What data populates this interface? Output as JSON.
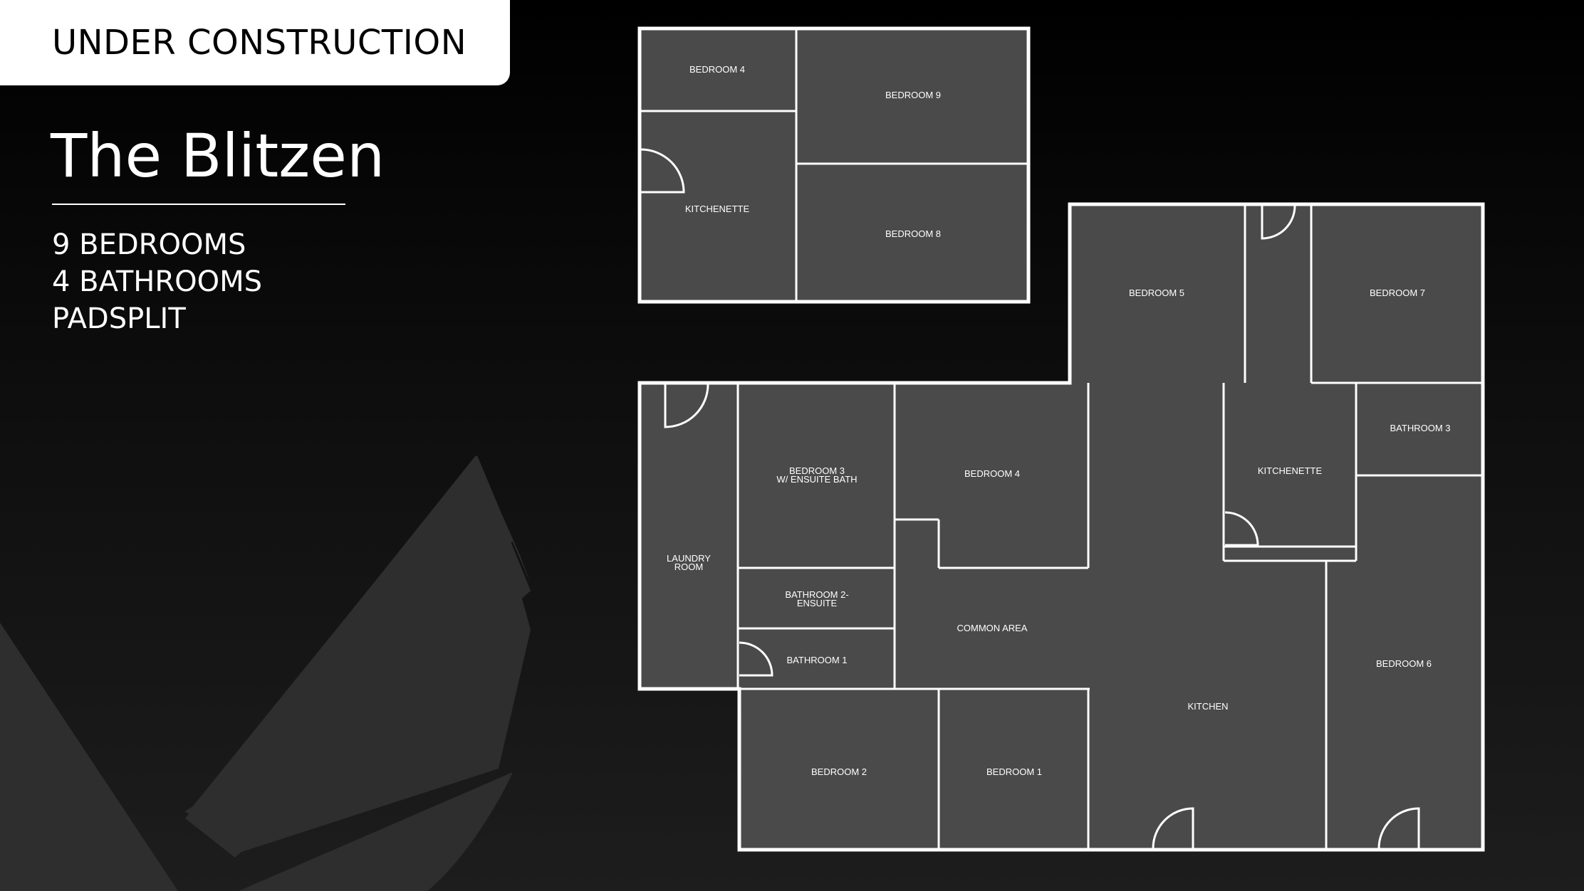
{
  "badge": {
    "text": "UNDER CONSTRUCTION"
  },
  "property": {
    "name": "The Blitzen",
    "facts": [
      "9 BEDROOMS",
      "4 BATHROOMS",
      "PADSPLIT"
    ]
  },
  "colors": {
    "background_top": "#000000",
    "background_bottom": "#1d1d1d",
    "room_fill": "#4a4a4a",
    "wall": "#ffffff",
    "logo": "#2e2e2e"
  },
  "floorplan": {
    "upper": {
      "rooms": [
        "BEDROOM 4",
        "BEDROOM 9",
        "KITCHENETTE",
        "BEDROOM 8"
      ]
    },
    "main": {
      "rooms": [
        "BEDROOM 5",
        "BEDROOM 7",
        "BATHROOM 3",
        "KITCHENETTE",
        "BEDROOM 3",
        "W/ ENSUITE BATH",
        "BEDROOM 4",
        "LAUNDRY",
        "ROOM",
        "BATHROOM 2-",
        "ENSUITE",
        "BATHROOM 1",
        "COMMON AREA",
        "KITCHEN",
        "BEDROOM 6",
        "BEDROOM 2",
        "BEDROOM 1"
      ]
    }
  },
  "icons": {
    "logo": "padsplit-logo-icon",
    "door": "door-swing-icon"
  }
}
